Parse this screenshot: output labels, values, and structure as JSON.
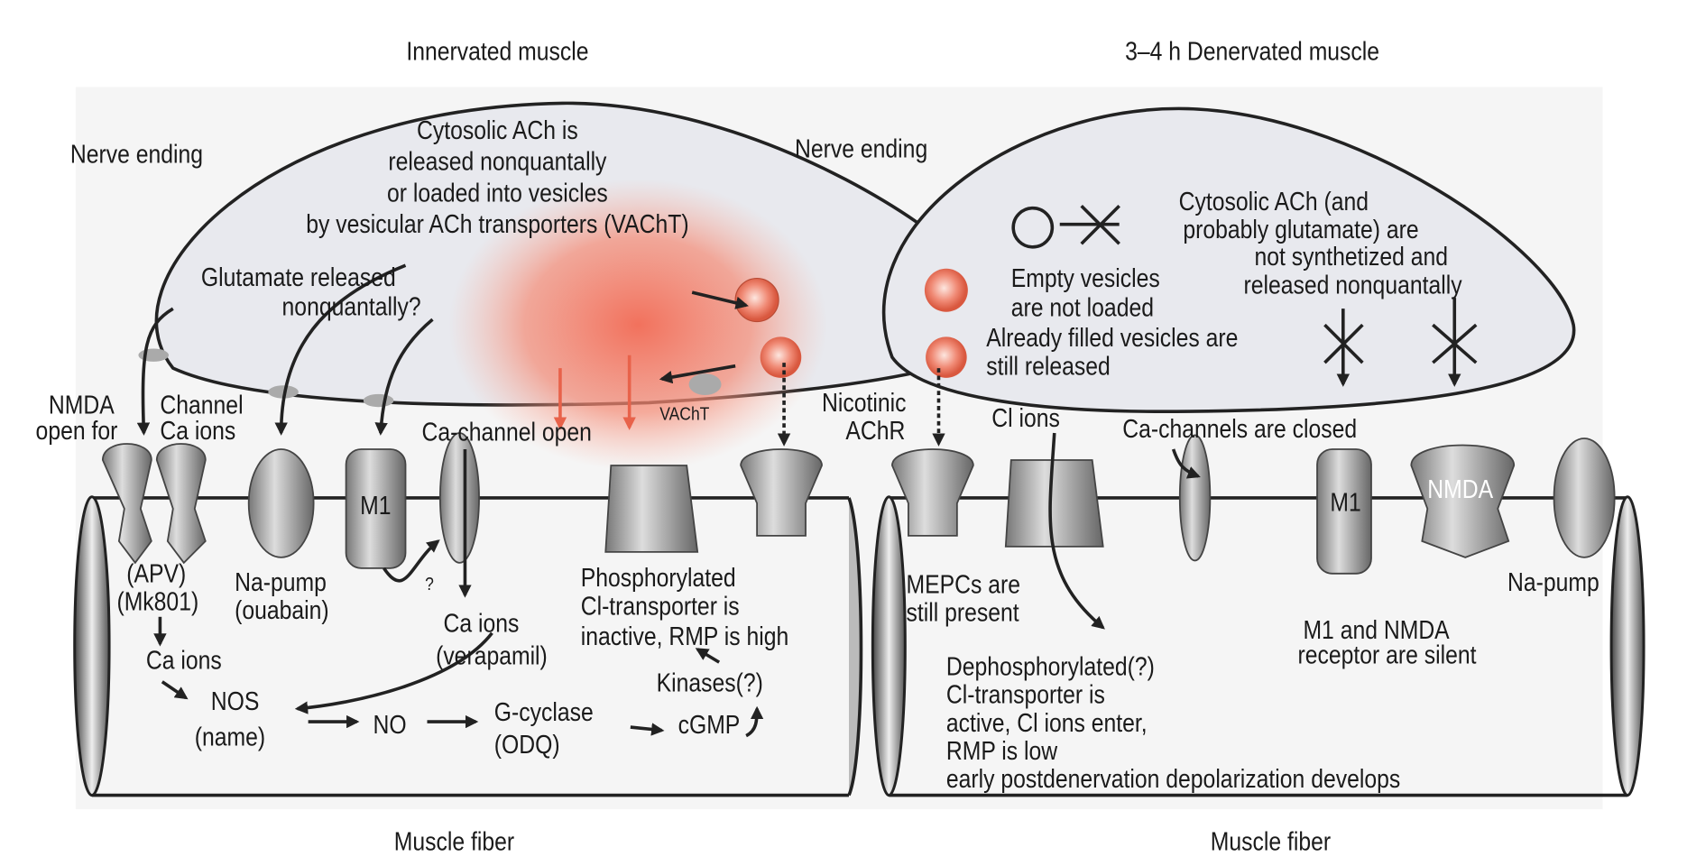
{
  "titles": {
    "left": "Innervated muscle",
    "right": "3–4 h Denervated muscle"
  },
  "left": {
    "nerve_ending": "Nerve ending",
    "cytosolic": [
      "Cytosolic ACh is",
      "released nonquantally",
      "or loaded into vesicles",
      "by vesicular ACh transporters (VAChT)"
    ],
    "glutamate": [
      "Glutamate released",
      "nonquantally?"
    ],
    "nmda": [
      "NMDA",
      "open for"
    ],
    "channel": [
      "Channel",
      "Ca ions"
    ],
    "ca_channel_open": "Ca-channel open",
    "vacht": "VAChT",
    "nicotinic": [
      "Nicotinic",
      "AChR"
    ],
    "apv": [
      "(APV)",
      "(Mk801)"
    ],
    "na_pump": [
      "Na-pump",
      "(ouabain)"
    ],
    "m1": "M1",
    "question": "?",
    "ca_ions_verapamil": [
      "Ca ions",
      "(verapamil)"
    ],
    "phosphorylated": [
      "Phosphorylated",
      "Cl-transporter is",
      "inactive, RMP is high"
    ],
    "ca_ions": "Ca ions",
    "kinases": "Kinases(?)",
    "nos": [
      "NOS",
      "(name)"
    ],
    "no": "NO",
    "gcyclase": [
      "G-cyclase",
      "(ODQ)"
    ],
    "cgmp": "cGMP",
    "muscle_fiber": "Muscle fiber"
  },
  "right": {
    "nerve_ending": "Nerve ending",
    "cytosolic": [
      "Cytosolic ACh (and",
      "probably glutamate) are",
      "not synthetized and",
      "released nonquantally"
    ],
    "empty": [
      "Empty vesicles",
      "are not loaded"
    ],
    "filled": [
      "Already filled vesicles are",
      "still released"
    ],
    "cl_ions": "Cl ions",
    "ca_closed": "Ca-channels are closed",
    "m1": "M1",
    "nmda": "NMDA",
    "mepcs": [
      "MEPCs are",
      "still present"
    ],
    "na_pump": "Na-pump",
    "m1_nmda": [
      "M1 and NMDA",
      "receptor are silent"
    ],
    "dephos": [
      "Dephosphorylated(?)",
      "Cl-transporter is",
      "active, Cl ions enter,",
      "RMP is low",
      "early postdenervation depolarization develops"
    ],
    "muscle_fiber": "Muscle fiber"
  },
  "colors": {
    "vesicle": "#e8624a",
    "ach_glow": "#f26b55",
    "terminal_fill": "#e8e9ee"
  }
}
